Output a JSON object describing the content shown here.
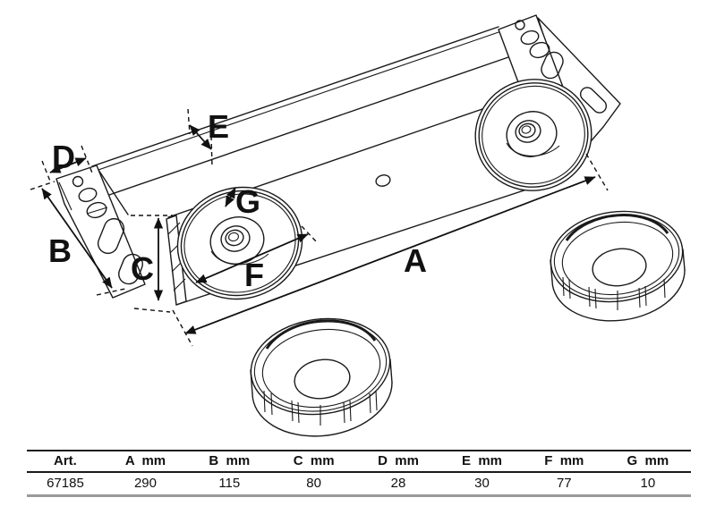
{
  "drawing": {
    "labels": [
      {
        "id": "D",
        "text": "D"
      },
      {
        "id": "E",
        "text": "E"
      },
      {
        "id": "B",
        "text": "B"
      },
      {
        "id": "C",
        "text": "C"
      },
      {
        "id": "G",
        "text": "G"
      },
      {
        "id": "F",
        "text": "F"
      },
      {
        "id": "A",
        "text": "A"
      }
    ]
  },
  "table": {
    "headers": [
      "Art.",
      "A  mm",
      "B  mm",
      "C  mm",
      "D  mm",
      "E  mm",
      "F  mm",
      "G  mm"
    ],
    "rows": [
      [
        "67185",
        "290",
        "115",
        "80",
        "28",
        "30",
        "77",
        "10"
      ]
    ]
  },
  "colors": {
    "line": "#1a1a1a",
    "dimension": "#111111",
    "table_border": "#1a1a1a",
    "table_bottom_border": "#9a9a9a",
    "background": "#ffffff"
  }
}
